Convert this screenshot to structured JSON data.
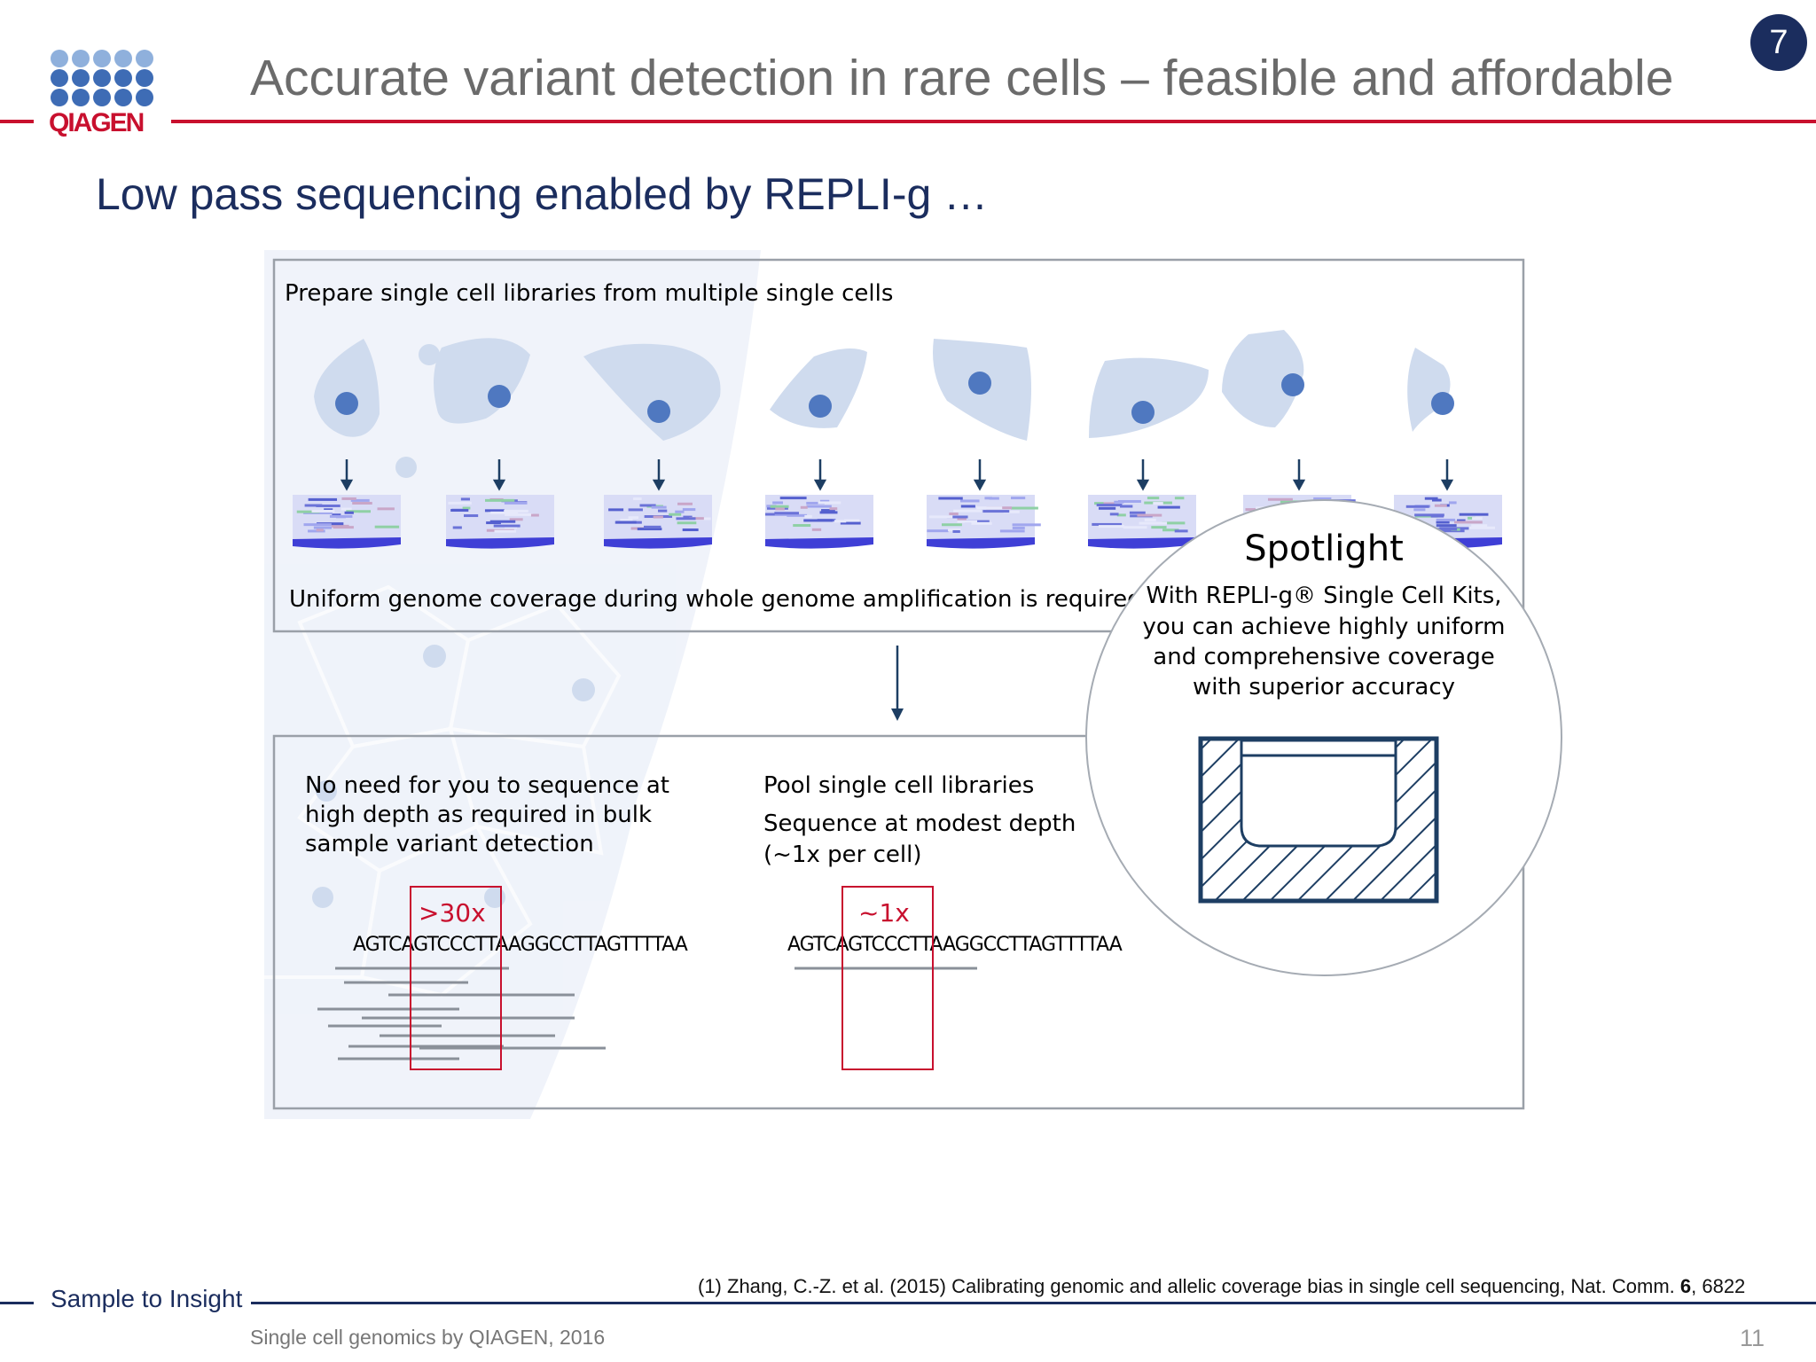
{
  "header": {
    "logo_text": "QIAGEN",
    "title": "Accurate variant detection in rare cells – feasible and affordable",
    "badge": "7"
  },
  "slide": {
    "subtitle": "Low pass sequencing enabled by REPLI-g …"
  },
  "figure": {
    "top_caption": "Prepare single cell libraries from multiple single cells",
    "middle_caption": "Uniform genome coverage during whole genome amplification is required",
    "left_text": [
      "No need for you to sequence at",
      "high depth as required in bulk",
      "sample variant detection"
    ],
    "right_text": [
      "Pool single cell libraries",
      "Sequence at modest depth",
      "(~1x per cell)"
    ],
    "left_label": ">30x",
    "right_label": "~1x",
    "sequence": "AGTCAGTCCCTTAAGGCCTTAGTTTTAA",
    "spotlight_title": "Spotlight",
    "spotlight_text": [
      "With REPLI-g® Single Cell Kits,",
      "you can achieve highly uniform",
      "and comprehensive coverage",
      "with superior accuracy"
    ]
  },
  "footer": {
    "tagline": "Sample to Insight",
    "citation_prefix": "(1) Zhang, C.-Z. et al. (2015) Calibrating genomic and allelic coverage bias in single cell sequencing, Nat. Comm. ",
    "citation_volume": "6",
    "citation_suffix": ", 6822",
    "subtitle": "Single cell genomics by QIAGEN, 2016",
    "page_number": "11"
  },
  "colors": {
    "brand_red": "#c8102e",
    "navy": "#1b2d5e",
    "cell_blue": "#cfdbee",
    "nucleus_blue": "#4f78c0",
    "frame_gray": "#9aa0a8"
  }
}
